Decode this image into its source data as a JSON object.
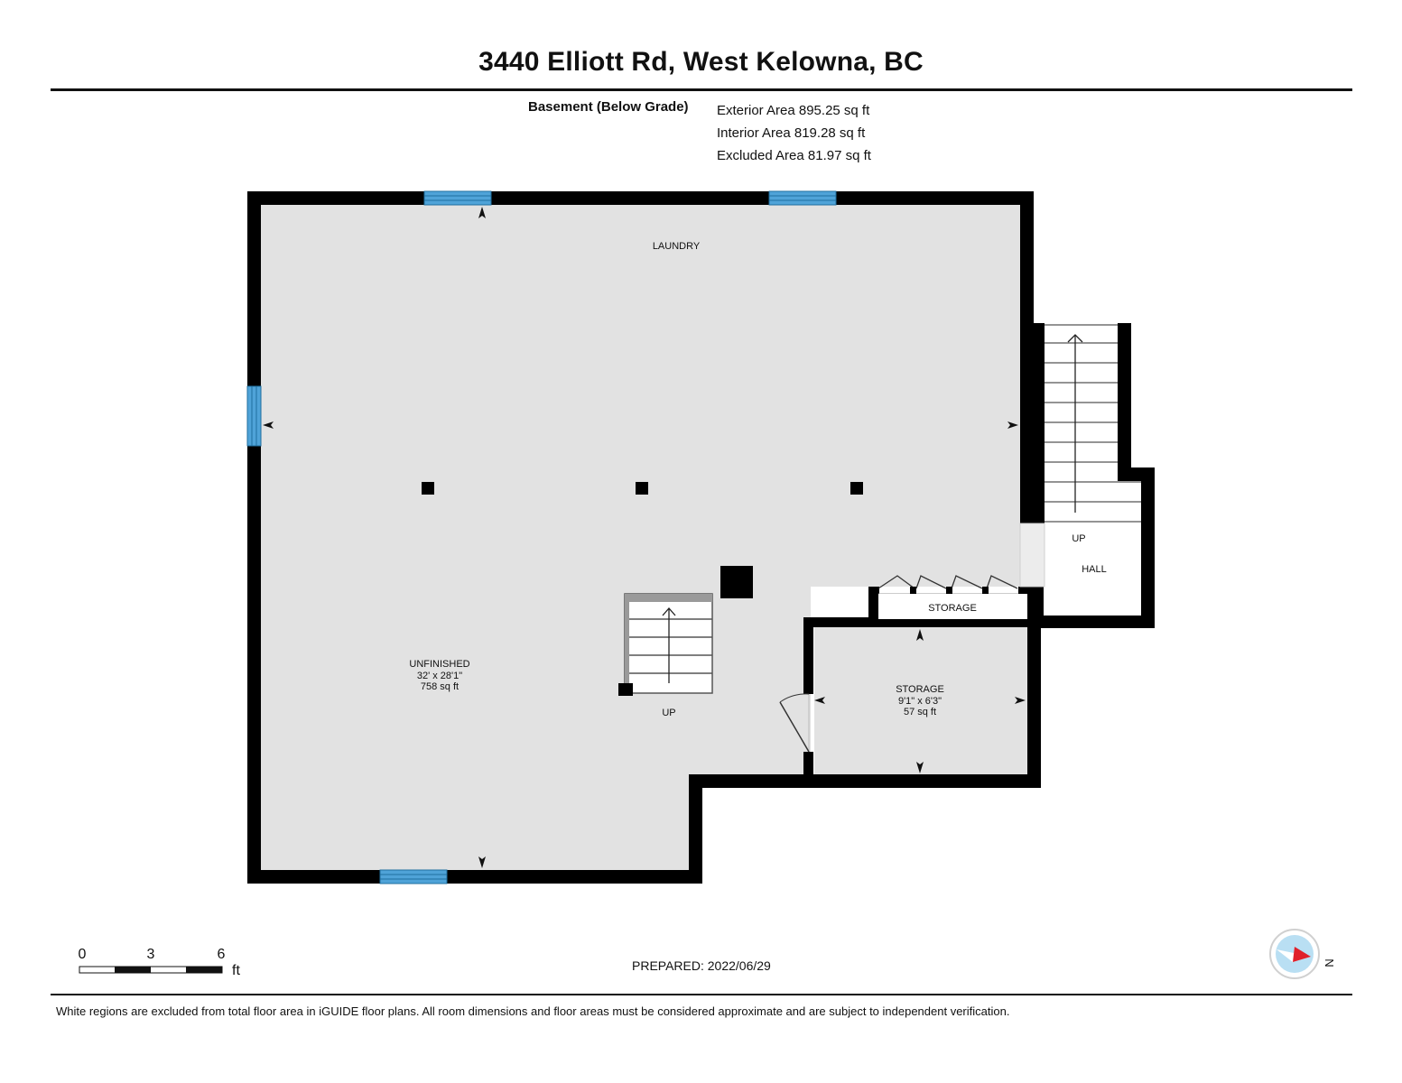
{
  "header": {
    "title": "3440 Elliott Rd, West Kelowna, BC",
    "level_label": "Basement (Below Grade)",
    "areas": [
      "Exterior Area 895.25 sq ft",
      "Interior Area 819.28 sq ft",
      "Excluded Area 81.97 sq ft"
    ]
  },
  "rooms": {
    "laundry": "LAUNDRY",
    "unfinished_name": "UNFINISHED",
    "unfinished_dims": "32' x 28'1\"",
    "unfinished_area": "758 sq ft",
    "storage_small": "STORAGE",
    "storage_name": "STORAGE",
    "storage_dims": "9'1\" x 6'3\"",
    "storage_area": "57 sq ft",
    "hall": "HALL",
    "stair_up_main": "UP",
    "stair_up_hall": "UP"
  },
  "scale": {
    "ticks": [
      "0",
      "3",
      "6"
    ],
    "unit": "ft"
  },
  "compass": {
    "label": "N"
  },
  "prepared": "PREPARED: 2022/06/29",
  "footer": "White regions are excluded from total floor area in iGUIDE floor plans. All room dimensions and floor areas must be considered approximate and are subject to independent verification.",
  "colors": {
    "wall": "#000000",
    "floor": "#e2e2e2",
    "window": "#4fa3d8",
    "compass_arrow": "#e0202a",
    "compass_ring": "#b9dff3"
  }
}
